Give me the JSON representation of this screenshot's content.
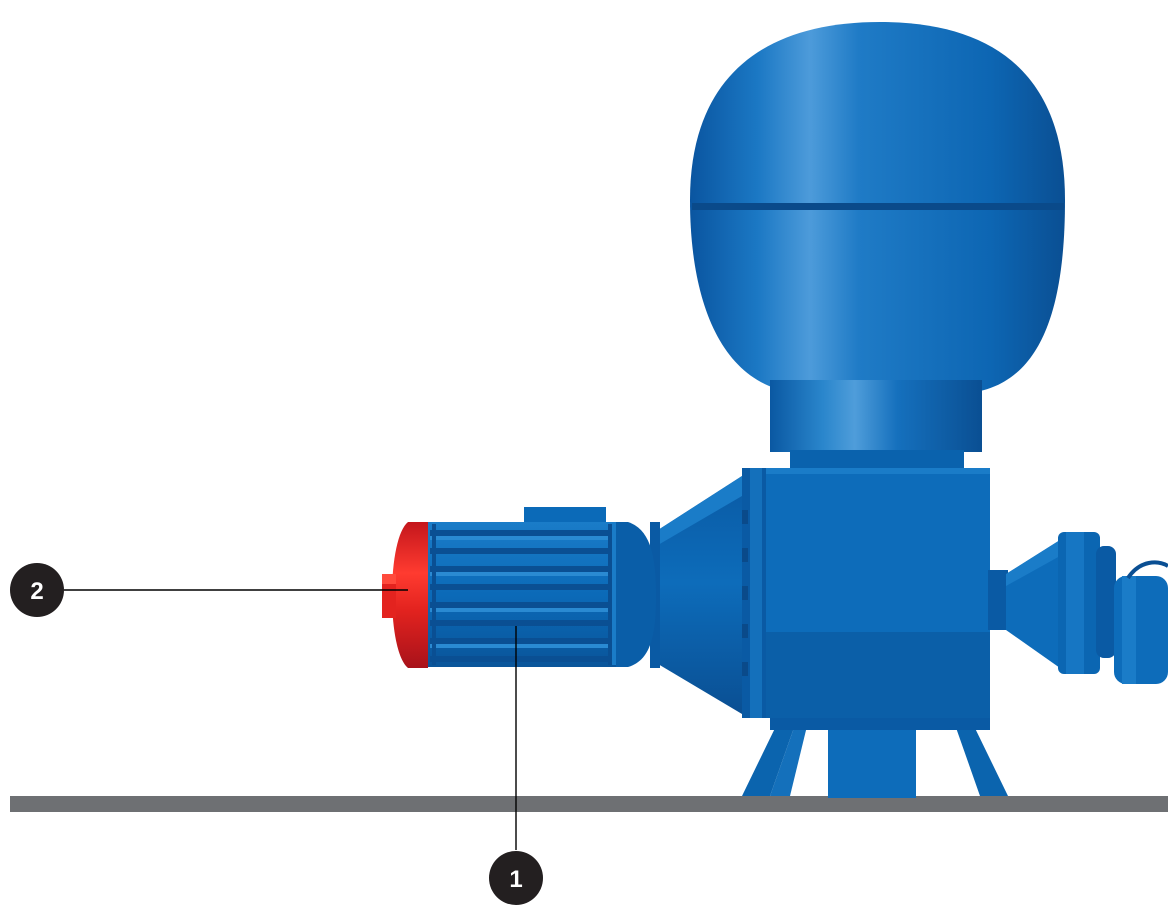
{
  "colors": {
    "background": "#ffffff",
    "pump_blue": "#0a6bb8",
    "pump_blue_dark": "#0a4f8c",
    "pump_blue_light": "#4a9ad8",
    "fan_cover_red": "#e01f1f",
    "floor_gray": "#6e7073",
    "callout_fill": "#231f20",
    "leader_line": "#000000"
  },
  "callouts": [
    {
      "id": "motor",
      "number": "1"
    },
    {
      "id": "fan-cover",
      "number": "2"
    }
  ]
}
